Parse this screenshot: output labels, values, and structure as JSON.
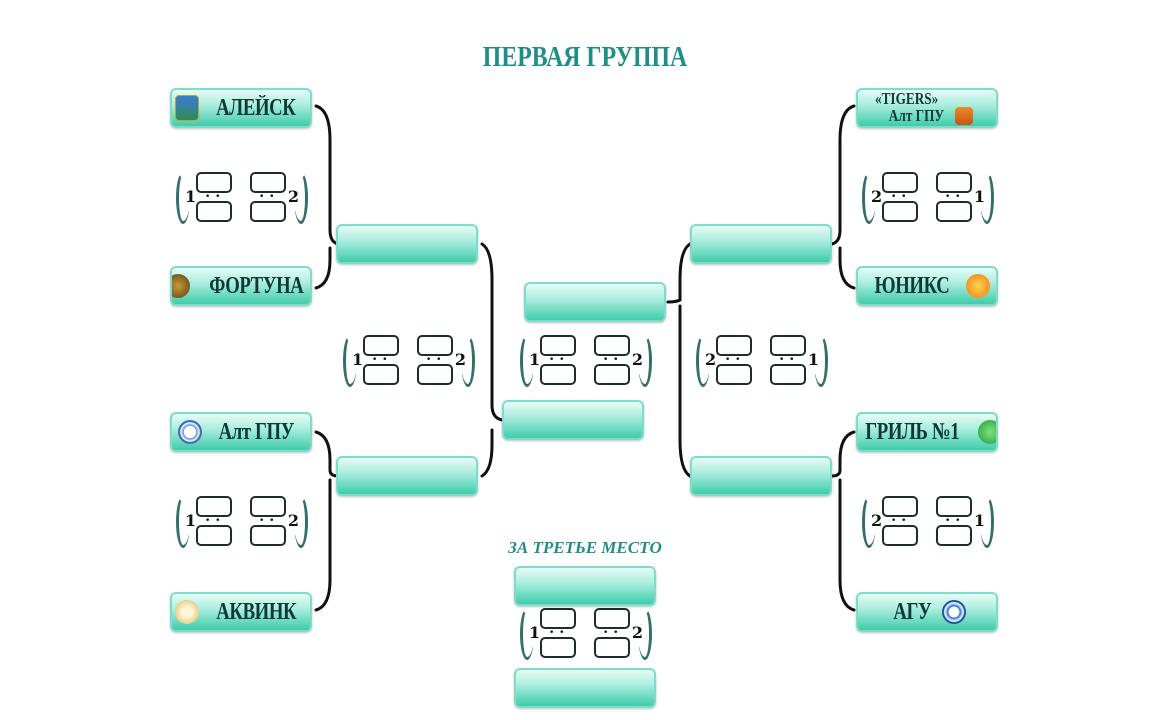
{
  "title": "ПЕРВАЯ ГРУППА",
  "third_place_title": "ЗА ТРЕТЬЕ МЕСТО",
  "teams": {
    "aleysk": "АЛЕЙСК",
    "fortuna": "ФОРТУНА",
    "altgpu": "Алт ГПУ",
    "akvink": "АКВИНК",
    "tigers_line1": "«TIGERS»",
    "tigers_line2": "Алт ГПУ",
    "yuniks": "ЮНИКС",
    "gril": "ГРИЛЬ №1",
    "agu": "АГУ"
  },
  "scores": {
    "left_num": "1",
    "right_num": "2",
    "left_num_rev": "2",
    "right_num_rev": "1",
    "colon": "• •"
  },
  "colors": {
    "accent": "#1f8f86",
    "box_top": "#e6fbf6",
    "box_bottom": "#3fcca9",
    "box_border": "#7fdcc9"
  }
}
